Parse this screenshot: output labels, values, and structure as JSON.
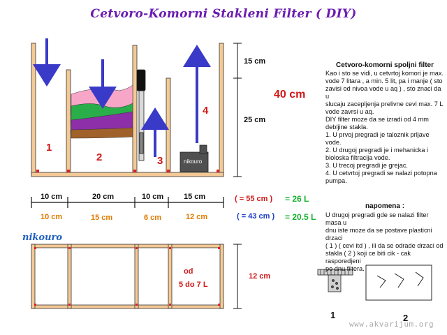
{
  "title": "Cetvoro-Komorni Stakleni Filter ( DIY)",
  "chambers": {
    "c1": "1",
    "c2": "2",
    "c3": "3",
    "c4": "4"
  },
  "pump_label": "nikouro",
  "heights": {
    "top": "15 cm",
    "bottom": "25 cm",
    "total": "40 cm",
    "tray": "12 cm"
  },
  "row_outer": {
    "w1": "10 cm",
    "w2": "20 cm",
    "w3": "10 cm",
    "w4": "15 cm",
    "sum": "( =  55 cm )",
    "eq": "= 26 L"
  },
  "row_inner": {
    "w1": "10 cm",
    "w2": "15 cm",
    "w3": "6 cm",
    "w4": "12 cm",
    "sum": "( = 43 cm )",
    "eq": "= 20.5 L"
  },
  "signature": "nikouro",
  "tray_note": {
    "line1": "od",
    "line2": "5  do  7 L"
  },
  "side": {
    "heading": "Cetvoro-komorni spoljni filter",
    "lines": [
      "Kao i sto se vidi, u cetvrtoj komori je max.",
      "vode 7 litara , a min. 5 lit, pa i manje   ( sto",
      "zavisi od nivoa vode u aq )  , sto znaci da u",
      "slucaju zacepljenja prelivne cevi max. 7 L",
      "vode zavrsi u aq.",
      "DIY filter moze da se izradi od 4 mm",
      "debljine stakla.",
      "1. U prvoj pregradi je taloznik prljave vode.",
      "2. U drugoj pregradi je i mehanicka i",
      "bioloska filtracija vode.",
      "3. U trecoj pregradi je grejac.",
      "4. U cetvrtoj pregradi se nalazi potopna",
      "pumpa."
    ]
  },
  "napomena": {
    "heading": "napomena :",
    "lines": [
      "U drugoj pregradi gde se nalazi filter masa u",
      "dnu iste moze da se postave plasticni drzaci",
      "   ( 1 )     ( cevi itd )  , ili da se odrade drzaci od",
      "stakla   ( 2 )   koji ce biti cik - cak rasporedjeni",
      "po dnu filtera."
    ]
  },
  "fig_labels": {
    "f1": "1",
    "f2": "2"
  },
  "watermark": "www.akvarijum.org",
  "colors": {
    "title": "#6a1bb0",
    "arrow": "#3a3ac8",
    "frame": "#f0c48c",
    "red": "#d01818",
    "green": "#18b030",
    "blue": "#1c3cc8"
  }
}
